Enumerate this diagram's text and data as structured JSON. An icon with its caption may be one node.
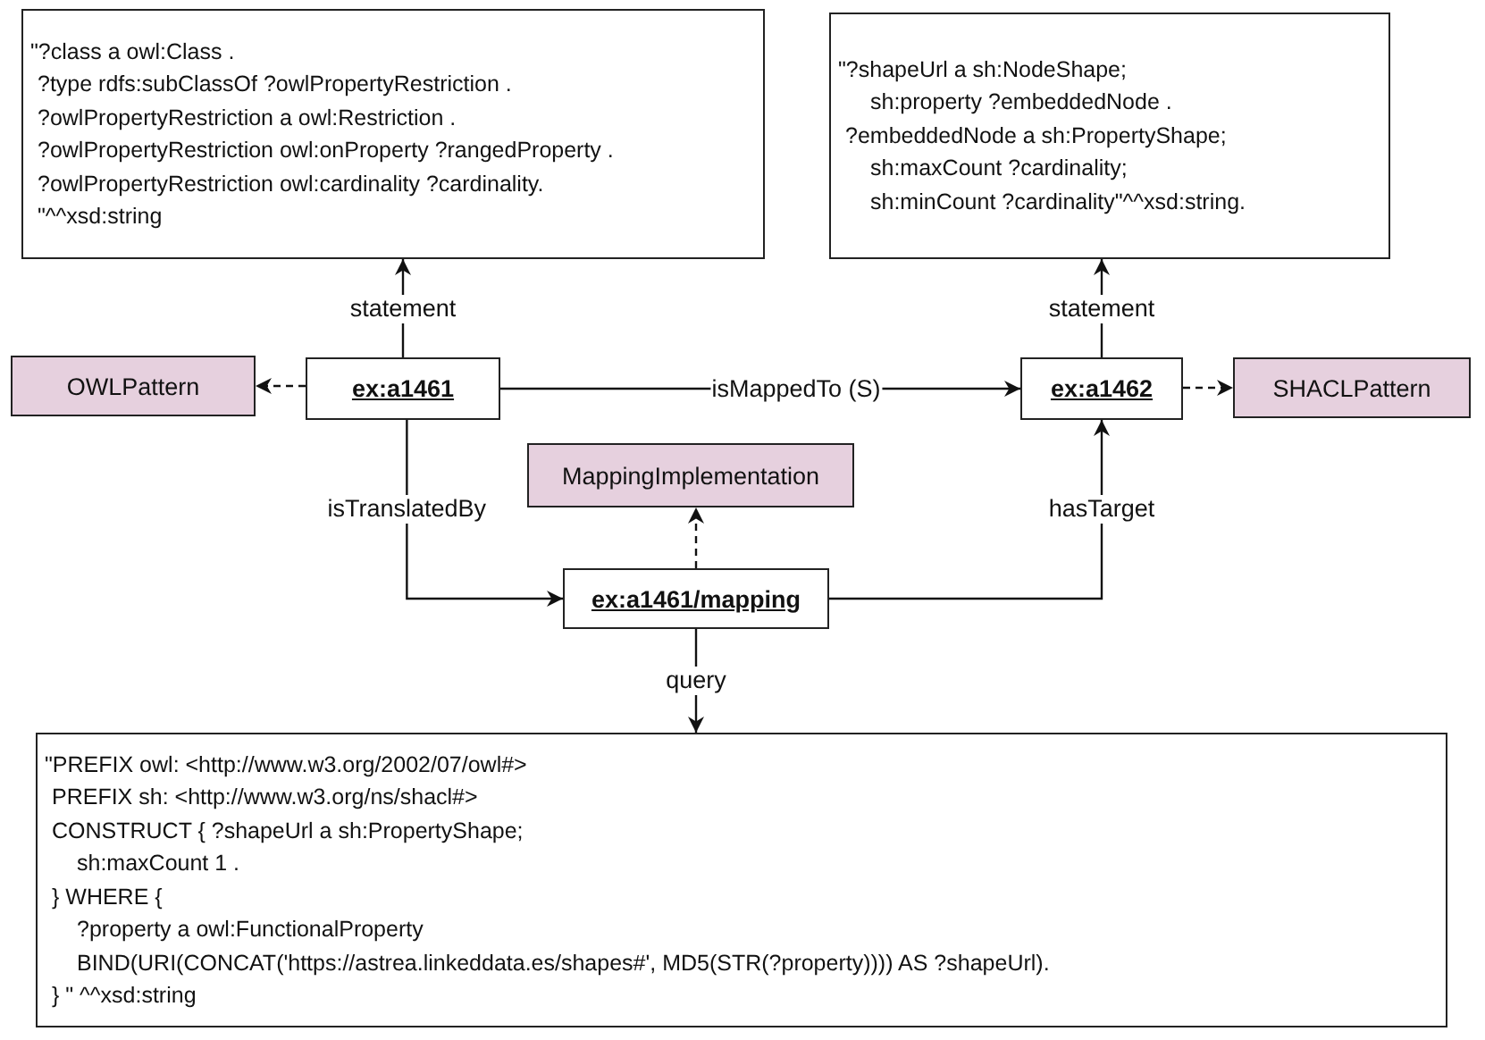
{
  "diagram": {
    "nodes": [
      {
        "text": [
          "\"?class  a owl:Class .",
          "?type rdfs:subClassOf ?owlPropertyRestriction .",
          "?owlPropertyRestriction a owl:Restriction .",
          "?owlPropertyRestriction owl:onProperty ?rangedProperty .",
          "?owlPropertyRestriction owl:cardinality ?cardinality.",
          "\"^^xsd:string"
        ]
      },
      {
        "text": [
          "\"?shapeUrl a sh:NodeShape;",
          "sh:property ?embeddedNode .",
          "?embeddedNode a sh:PropertyShape;",
          "sh:maxCount ?cardinality;",
          "sh:minCount ?cardinality\"^^xsd:string."
        ]
      },
      {
        "text": [
          "OWLPattern"
        ]
      },
      {
        "text": [
          "ex:a1461"
        ]
      },
      {
        "text": [
          "ex:a1462"
        ]
      },
      {
        "text": [
          "SHACLPattern"
        ]
      },
      {
        "text": [
          "MappingImplementation"
        ]
      },
      {
        "text": [
          "ex:a1461/mapping"
        ]
      },
      {
        "text": [
          "\"PREFIX owl: <http://www.w3.org/2002/07/owl#>",
          "PREFIX sh: <http://www.w3.org/ns/shacl#>",
          "CONSTRUCT { ?shapeUrl a sh:PropertyShape;",
          "sh:maxCount 1 .",
          "} WHERE {",
          "?property a owl:FunctionalProperty",
          "BIND(URI(CONCAT('https://astrea.linkeddata.es/shapes#', MD5(STR(?property)))) AS ?shapeUrl).",
          "} \" ^^xsd:string"
        ]
      }
    ],
    "edges": [
      {
        "from": 3,
        "to": 0,
        "arrow": "to",
        "label": "statement"
      },
      {
        "from": 3,
        "to": 2,
        "arrow": "to",
        "style": "dashed"
      },
      {
        "from": 3,
        "to": 4,
        "arrow": "to",
        "label": "isMappedTo (S)"
      },
      {
        "from": 4,
        "to": 1,
        "arrow": "to",
        "label": "statement"
      },
      {
        "from": 4,
        "to": 5,
        "arrow": "to",
        "style": "dashed"
      },
      {
        "from": 3,
        "to": 7,
        "arrow": "to",
        "label": "isTranslatedBy"
      },
      {
        "from": 7,
        "to": 6,
        "arrow": "to",
        "style": "dashed"
      },
      {
        "from": 7,
        "to": 4,
        "arrow": "to",
        "label": "hasTarget"
      },
      {
        "from": 7,
        "to": 8,
        "arrow": "to",
        "label": "query"
      }
    ]
  }
}
